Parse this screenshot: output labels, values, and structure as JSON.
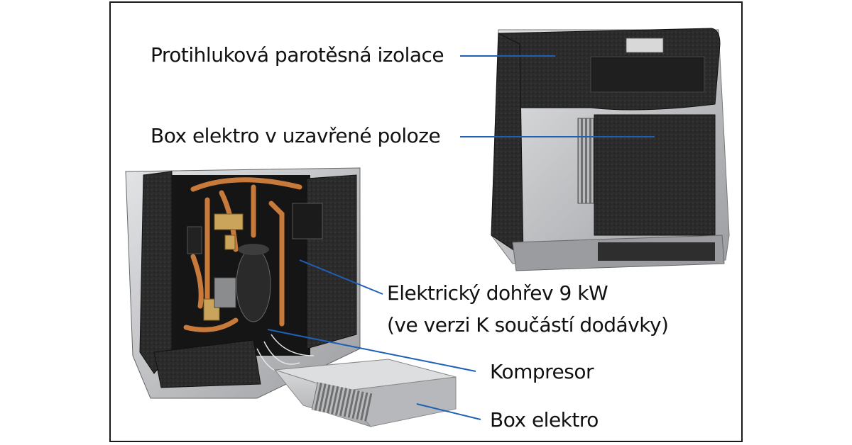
{
  "labels": {
    "insulation": "Protihluková parotěsná izolace",
    "box_closed": "Box elektro v uzavřené poloze",
    "heater_line1": "Elektrický dohřev 9 kW",
    "heater_line2": "(ve verzi K součástí dodávky)",
    "compressor": "Kompresor",
    "box_elektro": "Box elektro"
  },
  "colors": {
    "frame": "#1a1a1a",
    "leader": "#1f5fb5",
    "insulation": "#2a2a2a",
    "metal": "#c8cacc",
    "copper": "#c87a3a"
  }
}
